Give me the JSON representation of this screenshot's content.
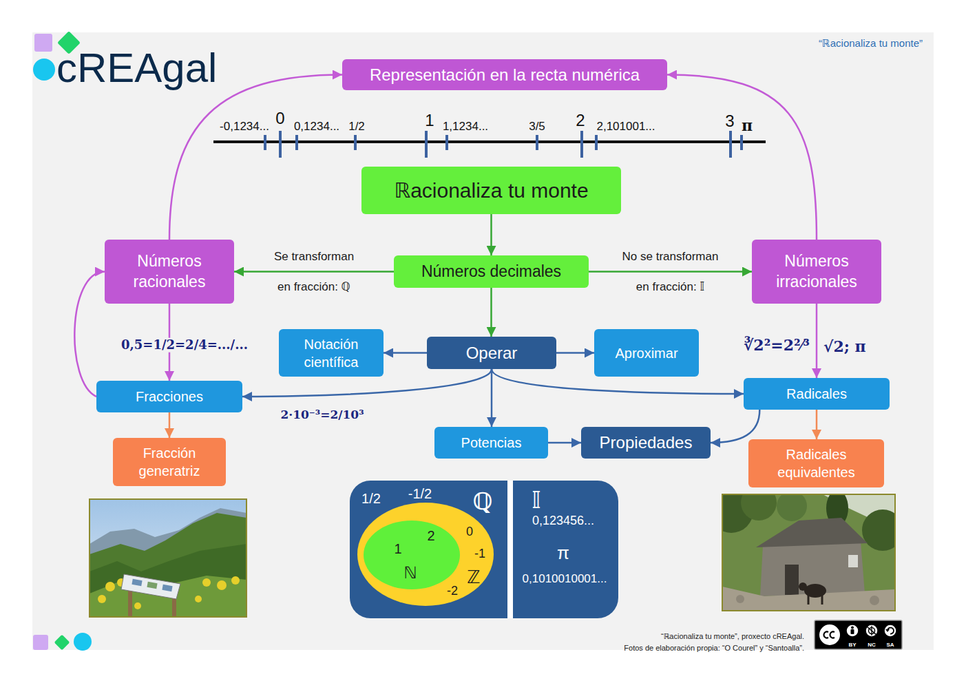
{
  "diagram": {
    "nodes": [
      {
        "text": [
          "Representación en la recta numérica"
        ]
      },
      {
        "text": [
          "ℝacionaliza tu monte"
        ]
      },
      {
        "text": [
          "Números racionales"
        ]
      },
      {
        "text": [
          "Números decimales"
        ]
      },
      {
        "text": [
          "Números irracionales"
        ]
      },
      {
        "text": [
          "Notación científica"
        ]
      },
      {
        "text": [
          "Operar"
        ]
      },
      {
        "text": [
          "Aproximar"
        ]
      },
      {
        "text": [
          "Fracciones"
        ]
      },
      {
        "text": [
          "Radicales"
        ]
      },
      {
        "text": [
          "Potencias"
        ]
      },
      {
        "text": [
          "Propiedades"
        ]
      },
      {
        "text": [
          "Fracción generatriz"
        ]
      },
      {
        "text": [
          "Radicales equivalentes"
        ]
      },
      {
        "text": [
          "1/2",
          "-1/2",
          "ℚ"
        ]
      },
      {
        "text": [
          "0",
          "-1",
          "ℤ",
          "-2"
        ],
        "in": 14
      },
      {
        "text": [
          "2",
          "1",
          "ℕ"
        ],
        "in": 15
      },
      {
        "text": [
          "𝕀",
          "0,123456...",
          "π",
          "0,1010010001..."
        ]
      }
    ],
    "edges": [
      {
        "from": 1,
        "to": 3,
        "arrow": "to"
      },
      {
        "from": 3,
        "to": 2,
        "label": "Se transforman en fracción: ℚ",
        "arrow": "to"
      },
      {
        "from": 3,
        "to": 4,
        "label": "No se transforman en fracción: 𝕀",
        "arrow": "to"
      },
      {
        "from": 3,
        "to": 6,
        "arrow": "to"
      },
      {
        "from": 6,
        "to": 5,
        "arrow": "to"
      },
      {
        "from": 6,
        "to": 7,
        "arrow": "to"
      },
      {
        "from": 6,
        "to": 8,
        "arrow": "to"
      },
      {
        "from": 6,
        "to": 9,
        "arrow": "to"
      },
      {
        "from": 6,
        "to": 10,
        "arrow": "to"
      },
      {
        "from": 10,
        "to": 11,
        "arrow": "to"
      },
      {
        "from": 9,
        "to": 11,
        "arrow": "to"
      },
      {
        "from": 2,
        "to": 0,
        "arrow": "to"
      },
      {
        "from": 4,
        "to": 0,
        "arrow": "to"
      },
      {
        "from": 2,
        "to": 8,
        "arrow": "to"
      },
      {
        "from": 8,
        "to": 2,
        "arrow": "to"
      },
      {
        "from": 4,
        "to": 9,
        "arrow": "to"
      },
      {
        "from": 8,
        "to": 12,
        "arrow": "to"
      },
      {
        "from": 9,
        "to": 13,
        "arrow": "to"
      }
    ],
    "labels": [
      "cREAgal",
      "“ℝacionaliza tu monte”",
      "-0,1234...",
      "0",
      "0,1234...",
      "1/2",
      "1",
      "1,1234...",
      "3/5",
      "2",
      "2,101001...",
      "3",
      "π",
      "0,5=1/2=2/4=.../...",
      "∛2²=2²⁄³",
      "√2; π",
      "2·10⁻³=2/10³",
      "“ℝacionaliza tu monte”, proxecto cREAgal.",
      "Fotos de elaboración propia: “O Courel” y “Santoalla”.",
      "BY",
      "NC",
      "SA"
    ]
  }
}
